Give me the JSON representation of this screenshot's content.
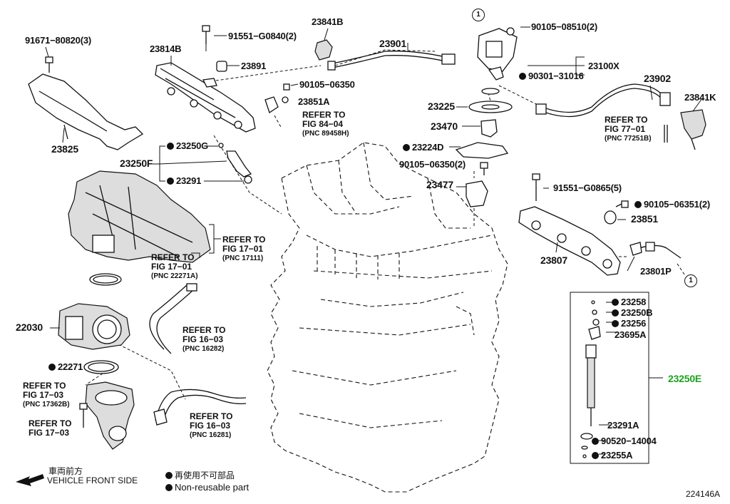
{
  "labels": {
    "p91671": "91671−80820(3)",
    "p23814B": "23814B",
    "p91551a": "91551−G0840(2)",
    "p23841B": "23841B",
    "p23901": "23901",
    "p90105a": "90105−08510(2)",
    "p23891": "23891",
    "p23100X": "23100X",
    "p90301": "90301−31016",
    "p90105b": "90105−06350",
    "p23902": "23902",
    "p23851A": "23851A",
    "p23841K": "23841K",
    "p23225": "23225",
    "p23825": "23825",
    "p23470": "23470",
    "p23250G": "23250G",
    "p23224D": "23224D",
    "p23250F": "23250F",
    "p90105c": "90105−06350(2)",
    "p23291": "23291",
    "p23477": "23477",
    "p91551b": "91551−G0865(5)",
    "p90105d": "90105−06351(2)",
    "p23851": "23851",
    "p23807": "23807",
    "p23801P": "23801P",
    "p23258": "23258",
    "p23250B": "23250B",
    "p23256": "23256",
    "p23695A": "23695A",
    "p22030": "22030",
    "p22271": "22271",
    "p23250E": "23250E",
    "p23291A": "23291A",
    "p90520": "90520−14004",
    "p23255A": "23255A"
  },
  "refs": {
    "r1": {
      "l1": "REFER TO",
      "l2": "FIG 84−04",
      "l3": "(PNC 89458H)"
    },
    "r2": {
      "l1": "REFER TO",
      "l2": "FIG 77−01",
      "l3": "(PNC 77251B)"
    },
    "r3": {
      "l1": "REFER TO",
      "l2": "FIG 17−01",
      "l3": "(PNC 22271A)"
    },
    "r4": {
      "l1": "REFER TO",
      "l2": "FIG 17−01",
      "l3": "(PNC 17111)"
    },
    "r5": {
      "l1": "REFER TO",
      "l2": "FIG 16−03",
      "l3": "(PNC 16282)"
    },
    "r6": {
      "l1": "REFER TO",
      "l2": "FIG 17−03",
      "l3": "(PNC 17362B)"
    },
    "r7": {
      "l1": "REFER TO",
      "l2": "FIG 17−03"
    },
    "r8": {
      "l1": "REFER TO",
      "l2": "FIG 16−03",
      "l3": "(PNC 16281)"
    }
  },
  "callout": "1",
  "legend": {
    "front_jp": "車両前方",
    "front_en": "VEHICLE FRONT SIDE",
    "nonreuse_jp": "再使用不可部品",
    "nonreuse_en": "Non-reusable part"
  },
  "figure_id": "224146A",
  "colors": {
    "line": "#111111",
    "highlight": "#1aa31a"
  }
}
